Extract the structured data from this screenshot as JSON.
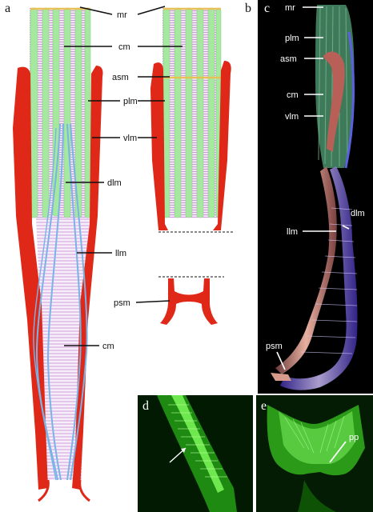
{
  "panels": {
    "a": "a",
    "b": "b",
    "c": "c",
    "d": "d",
    "e": "e"
  },
  "labels_a": {
    "mr": "mr",
    "cm_top": "cm",
    "asm": "asm",
    "plm": "plm",
    "vlm": "vlm",
    "dlm": "dlm",
    "llm": "llm",
    "psm": "psm",
    "cm_bottom": "cm"
  },
  "labels_c": {
    "mr": "mr",
    "plm": "plm",
    "asm": "asm",
    "cm": "cm",
    "vlm": "vlm",
    "dlm": "dlm",
    "llm": "llm",
    "psm": "psm"
  },
  "labels_e": {
    "pp": "pp"
  },
  "colors": {
    "circular_muscle": "#a7e8a0",
    "muscle_stripes": "#c888d8",
    "outer_muscle": "#e02818",
    "longitudinal_muscle": "#78b4e8",
    "ring": "#e8c058",
    "panel_background": "#000000",
    "fluorescence": "#5ee04a"
  }
}
